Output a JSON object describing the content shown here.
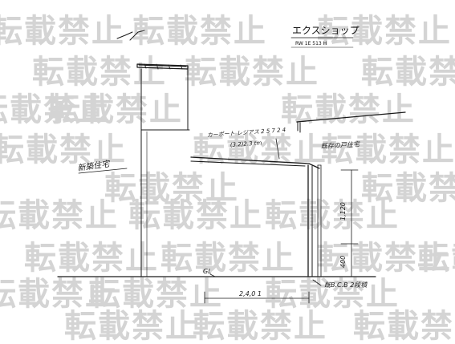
{
  "shop_name": "エクスショップ",
  "shop_code": "RW 1E 513 H",
  "watermark_text": "転載禁止",
  "labels": {
    "neighbor_house_left": "新築住宅",
    "carport_note_line1": "カーポート レジアス 2 5 7 2 4",
    "carport_note_line2": "(3.2)2.3 tm",
    "existing_house_right": "既存の戸住宅",
    "dim_height_upper": "1,120",
    "dim_height_lower": "400",
    "gl_mark": "GL",
    "dim_span": "2,4,0 1",
    "block_wall_note": "既B.C.B 2段積"
  },
  "colors": {
    "ink": "#1a1a1a",
    "watermark": "#d4d4d4",
    "background": "#ffffff"
  }
}
